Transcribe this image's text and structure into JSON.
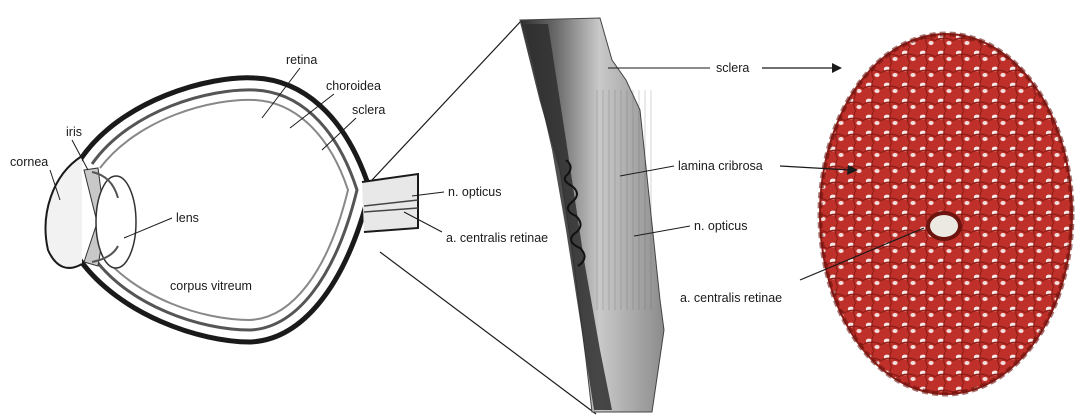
{
  "eye_diagram": {
    "labels": {
      "cornea": "cornea",
      "iris": "iris",
      "lens": "lens",
      "retina": "retina",
      "choroidea": "choroidea",
      "sclera": "sclera",
      "corpus_vitreum": "corpus vitreum",
      "n_opticus": "n. opticus",
      "a_centralis_retinae": "a. centralis retinae"
    }
  },
  "section_image": {
    "labels": {
      "sclera": "sclera",
      "lamina_cribrosa": "lamina cribrosa",
      "n_opticus": "n. opticus",
      "a_centralis_retinae": "a. centralis retinae"
    }
  },
  "colors": {
    "line": "#1a1a1a",
    "section_gray": "#9a9a9a",
    "lamina_red": "#c0302a",
    "lamina_dark_red": "#8e1d18"
  }
}
